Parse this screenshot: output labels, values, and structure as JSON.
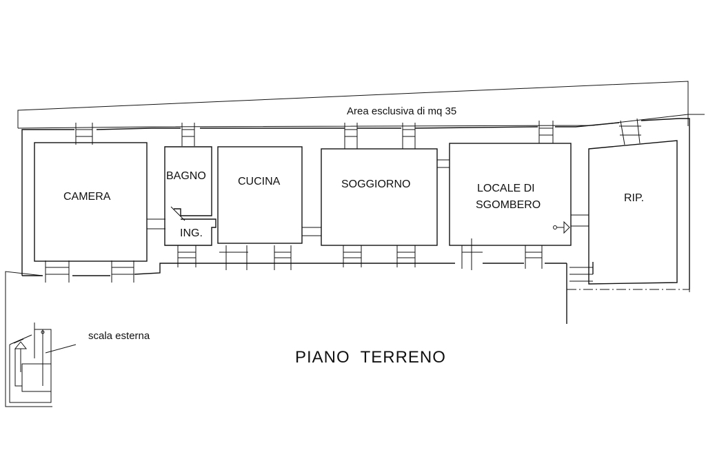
{
  "plan": {
    "area_label": "Area esclusiva di mq 35",
    "title": "PIANO  TERRENO",
    "stair_label": "scala esterna",
    "rooms": {
      "camera": "CAMERA",
      "bagno": "BAGNO",
      "ingresso": "ING.",
      "cucina": "CUCINA",
      "soggiorno": "SOGGIORNO",
      "locale_line1": "LOCALE DI",
      "locale_line2": "SGOMBERO",
      "ripostiglio": "RIP."
    }
  }
}
